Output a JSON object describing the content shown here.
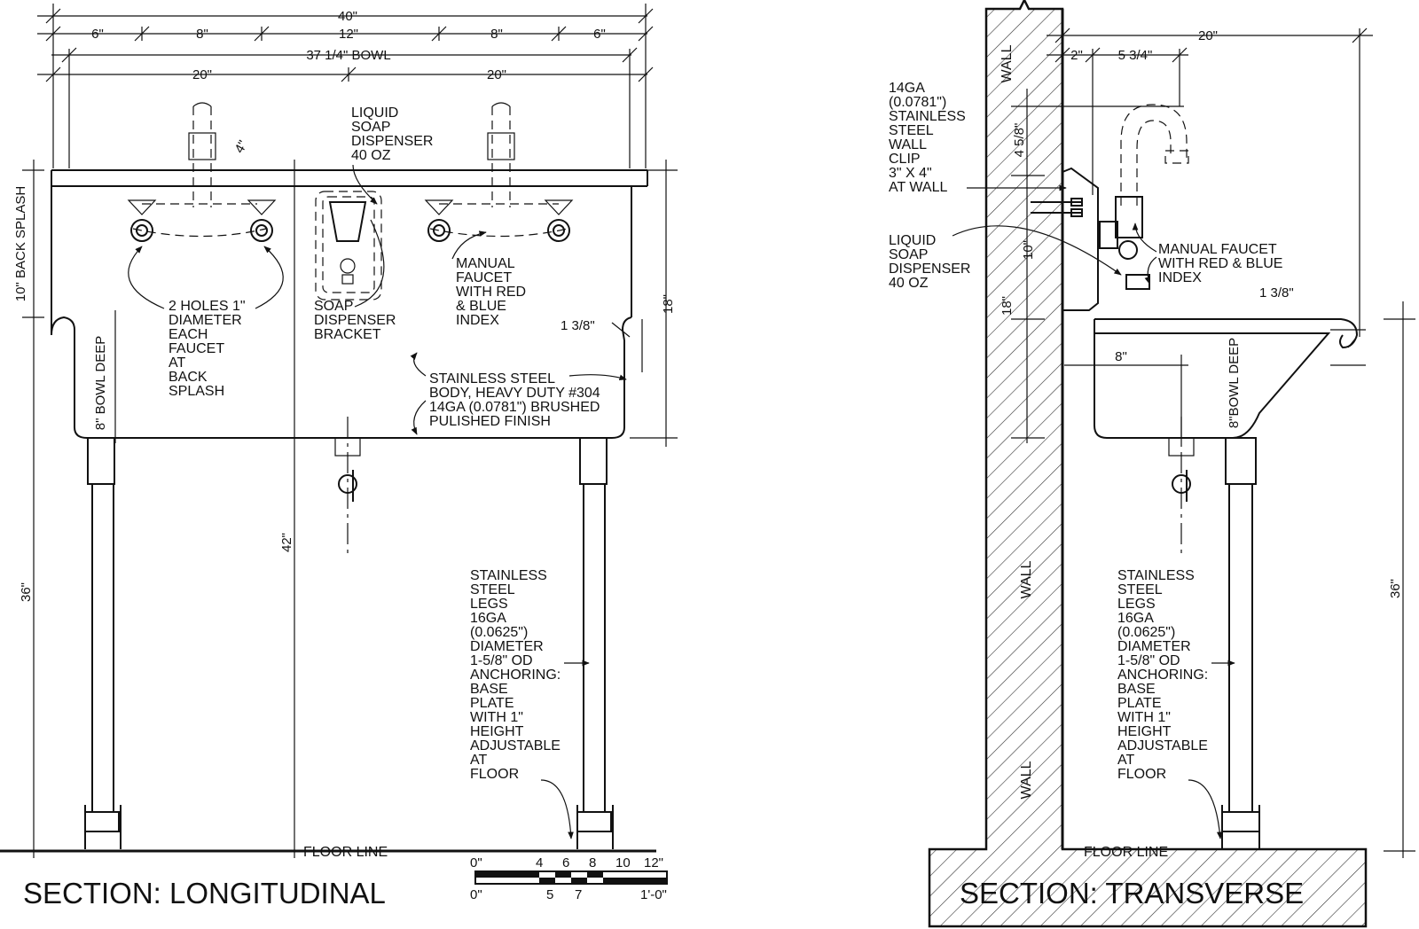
{
  "colors": {
    "ink": "#111111",
    "paper": "#ffffff",
    "hatch": "#333333"
  },
  "longitudinal": {
    "title": "SECTION: LONGITUDINAL",
    "dims": {
      "overall": "40\"",
      "d6a": "6\"",
      "d8a": "8\"",
      "d12": "12\"",
      "d8b": "8\"",
      "d6b": "6\"",
      "bowl": "37 1/4\" BOWL",
      "d20a": "20\"",
      "d20b": "20\"",
      "d4": "4\"",
      "backsplash": "10\" BACK SPLASH",
      "d18": "18\"",
      "d1_38": "1 3/8\"",
      "bowl_deep": "8\" BOWL DEEP",
      "d42": "42\"",
      "d36": "36\""
    },
    "notes": {
      "soap": [
        "LIQUID",
        "SOAP",
        "DISPENSER",
        "40 OZ"
      ],
      "faucet": [
        "MANUAL",
        "FAUCET",
        "WITH RED",
        "& BLUE",
        "INDEX"
      ],
      "holes": [
        "2 HOLES 1\"",
        "DIAMETER",
        "EACH",
        "FAUCET",
        "AT",
        "BACK",
        "SPLASH"
      ],
      "bracket": [
        "SOAP",
        "DISPENSER",
        "BRACKET"
      ],
      "body": [
        "STAINLESS STEEL",
        "BODY, HEAVY DUTY #304",
        "14GA (0.0781\") BRUSHED",
        "PULISHED FINISH"
      ],
      "legs": [
        "STAINLESS",
        "STEEL",
        "LEGS",
        "16GA",
        "(0.0625\")",
        "DIAMETER",
        "1-5/8\" OD",
        "ANCHORING:",
        "BASE",
        "PLATE",
        "WITH 1\"",
        "HEIGHT",
        "ADJUSTABLE",
        "AT",
        "FLOOR"
      ],
      "floor": "FLOOR LINE"
    },
    "scale": {
      "top": [
        "0\"",
        "4",
        "6",
        "8",
        "10",
        "12\""
      ],
      "bottom": [
        "0\"",
        "5",
        "7",
        "1'-0\""
      ]
    }
  },
  "transverse": {
    "title": "SECTION: TRANSVERSE",
    "dims": {
      "d20": "20\"",
      "d2": "2\"",
      "d5_34": "5 3/4\"",
      "d4_58": "4 5/8\"",
      "d10": "10\"",
      "d18": "18\"",
      "d8": "8\"",
      "d1_38": "1 3/8\"",
      "bowl_deep": "8\"BOWL DEEP",
      "d36": "36\""
    },
    "notes": {
      "clip": [
        "14GA",
        "(0.0781\")",
        "STAINLESS",
        "STEEL",
        "WALL",
        "CLIP",
        "3\" X 4\"",
        "AT WALL"
      ],
      "soap": [
        "LIQUID",
        "SOAP",
        "DISPENSER",
        "40 OZ"
      ],
      "faucet": [
        "MANUAL FAUCET",
        "WITH RED & BLUE",
        "INDEX"
      ],
      "legs": [
        "STAINLESS",
        "STEEL",
        "LEGS",
        "16GA",
        "(0.0625\")",
        "DIAMETER",
        "1-5/8\" OD",
        "ANCHORING:",
        "BASE",
        "PLATE",
        "WITH 1\"",
        "HEIGHT",
        "ADJUSTABLE",
        "AT",
        "FLOOR"
      ],
      "wall": "WALL",
      "floor": "FLOOR LINE"
    }
  }
}
